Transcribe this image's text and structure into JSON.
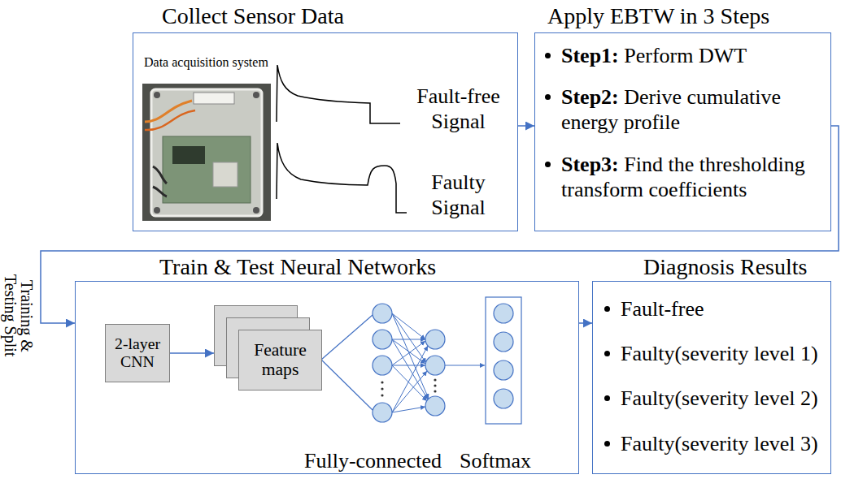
{
  "diagram": {
    "nodes": [
      {
        "text": [
          "Collect Sensor Data",
          "Data acquisition system",
          "Fault-free Signal",
          "Faulty Signal"
        ]
      },
      {
        "text": [
          "Apply EBTW in 3 Steps",
          "Step1: Perform DWT",
          "Step2: Derive cumulative energy profile",
          "Step3: Find the thresholding transform coefficients"
        ]
      },
      {
        "text": [
          "Train & Test Neural Networks",
          "Fully-connected",
          "Softmax"
        ]
      },
      {
        "text": [
          "2-layer CNN"
        ],
        "in": 2
      },
      {
        "text": [
          "Feature maps"
        ],
        "in": 2
      },
      {
        "text": [
          "Diagnosis Results",
          "Fault-free",
          "Faulty(severity level 1)",
          "Faulty(severity level 2)",
          "Faulty(severity level 3)"
        ]
      }
    ],
    "edges": [
      {
        "from": 0,
        "to": 1,
        "arrow": "to"
      },
      {
        "from": 1,
        "to": 2,
        "label": "Training & Testing Split",
        "arrow": "to"
      },
      {
        "from": 3,
        "to": 4,
        "arrow": "to"
      },
      {
        "from": 2,
        "to": 5,
        "arrow": "to"
      }
    ]
  }
}
